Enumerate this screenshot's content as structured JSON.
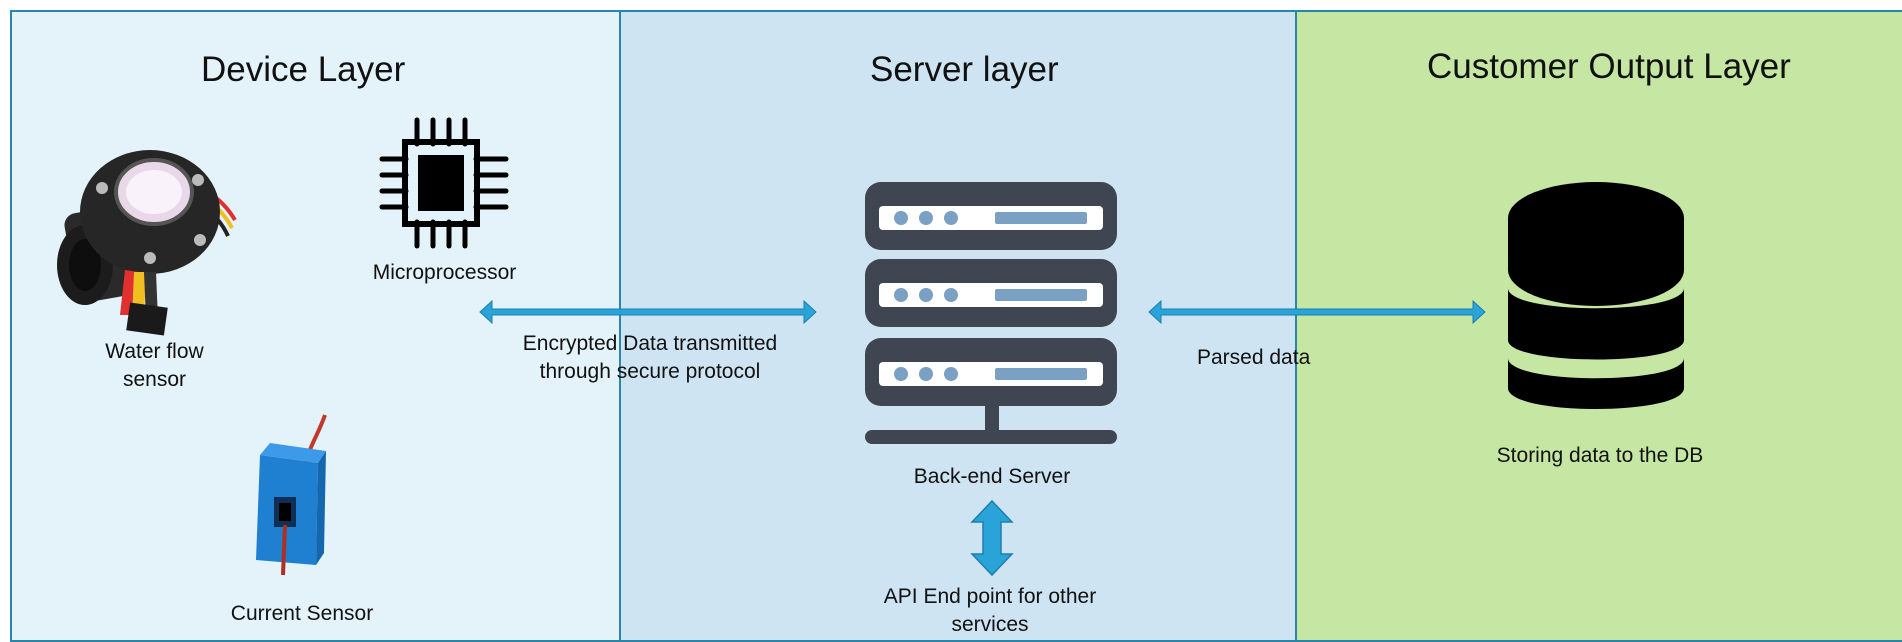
{
  "layers": {
    "device": {
      "title": "Device Layer"
    },
    "server": {
      "title": "Server layer"
    },
    "output": {
      "title": "Customer Output Layer"
    }
  },
  "labels": {
    "microprocessor": "Microprocessor",
    "water_flow_line1": "Water flow",
    "water_flow_line2": "sensor",
    "current_sensor": "Current Sensor",
    "encrypted_line1": "Encrypted Data transmitted",
    "encrypted_line2": "through secure protocol",
    "backend_server": "Back-end Server",
    "api_line1": "API End point for other",
    "api_line2": "services",
    "parsed_data": "Parsed data",
    "storing_db": "Storing data to the DB"
  },
  "colors": {
    "device_bg": "#e4f3fa",
    "server_bg": "#cfe4f2",
    "output_bg": "#c6e6a4",
    "border": "#2a86a8",
    "arrow": "#29a3d8",
    "server_icon": "#3f4652",
    "server_dots": "#7aa1c4"
  },
  "icons": [
    "water-flow-sensor-image",
    "microprocessor-chip-icon",
    "current-sensor-image",
    "server-rack-icon",
    "database-icon"
  ]
}
